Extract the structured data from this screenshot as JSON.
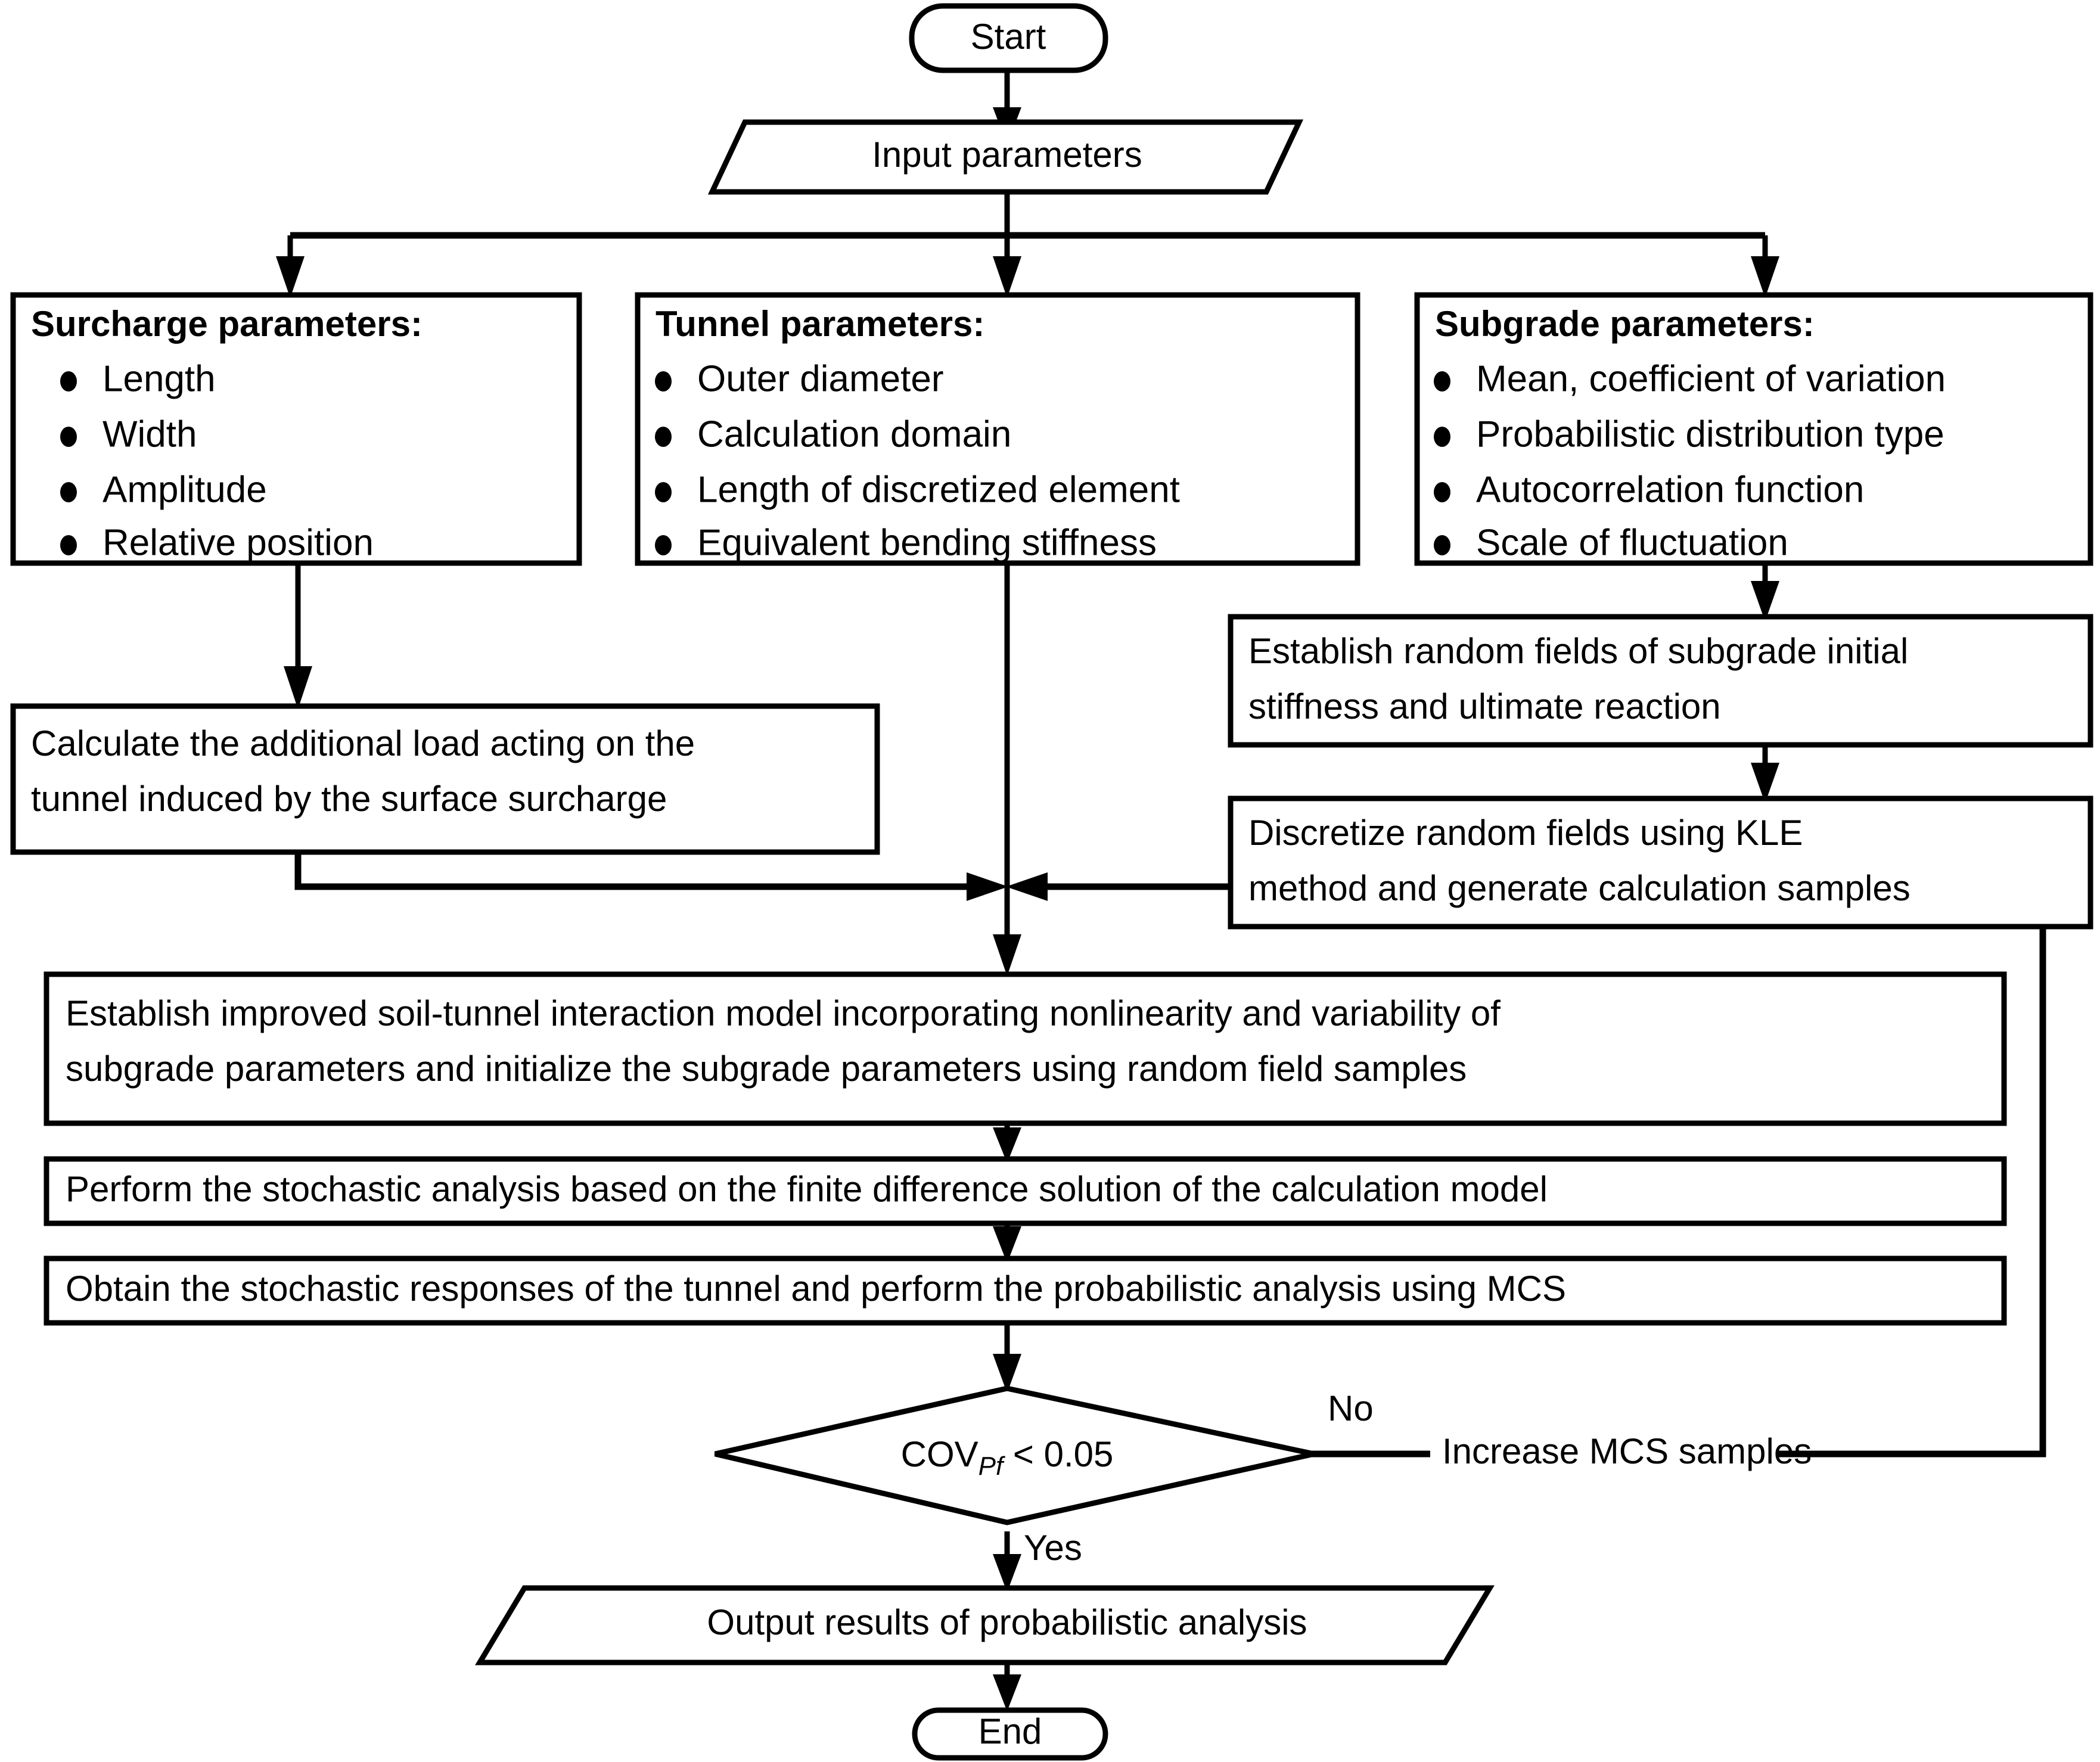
{
  "diagram": {
    "title": "Probabilistic analysis flowchart for soil-tunnel interaction",
    "type": "flowchart",
    "colors": {
      "stroke": "#000000",
      "fill": "#ffffff",
      "text": "#000000"
    }
  },
  "nodes": {
    "start": {
      "shape": "terminator",
      "label": "Start"
    },
    "input": {
      "shape": "parallelogram",
      "label": "Input parameters"
    },
    "surcharge": {
      "shape": "rectangle",
      "heading": "Surcharge parameters:",
      "bullets": [
        "Length",
        "Width",
        "Amplitude",
        "Relative position"
      ]
    },
    "tunnel": {
      "shape": "rectangle",
      "heading": "Tunnel parameters:",
      "bullets": [
        "Outer diameter",
        "Calculation domain",
        "Length of discretized element",
        "Equivalent bending stiffness"
      ]
    },
    "subgrade": {
      "shape": "rectangle",
      "heading": "Subgrade parameters:",
      "bullets": [
        "Mean, coefficient of variation",
        "Probabilistic distribution type",
        "Autocorrelation function",
        "Scale of fluctuation"
      ]
    },
    "calc_load": {
      "shape": "rectangle",
      "lines": [
        "Calculate the additional load acting on the",
        "tunnel induced by the surface surcharge"
      ]
    },
    "establish_rf": {
      "shape": "rectangle",
      "lines": [
        "Establish random fields of subgrade initial",
        "stiffness and ultimate reaction"
      ]
    },
    "discretize_kle": {
      "shape": "rectangle",
      "lines": [
        "Discretize random fields using KLE",
        "method and generate calculation samples"
      ]
    },
    "improved_model": {
      "shape": "rectangle",
      "lines": [
        "Establish improved soil-tunnel interaction model incorporating nonlinearity and variability of",
        "subgrade parameters and initialize the subgrade parameters using random field samples"
      ]
    },
    "stochastic_analysis": {
      "shape": "rectangle",
      "lines": [
        "Perform the stochastic analysis based on the finite difference solution of the calculation model"
      ]
    },
    "stochastic_responses": {
      "shape": "rectangle",
      "lines": [
        "Obtain the stochastic responses of the tunnel and perform the probabilistic analysis using MCS"
      ]
    },
    "decision": {
      "shape": "diamond",
      "label_prefix": "COV",
      "label_subscript": "Pf",
      "label_suffix": " < 0.05"
    },
    "increase_mcs": {
      "shape": "text",
      "label": "Increase MCS samples"
    },
    "output": {
      "shape": "parallelogram",
      "label": "Output results of probabilistic analysis"
    },
    "end": {
      "shape": "terminator",
      "label": "End"
    }
  },
  "edge_labels": {
    "no": "No",
    "yes": "Yes"
  }
}
